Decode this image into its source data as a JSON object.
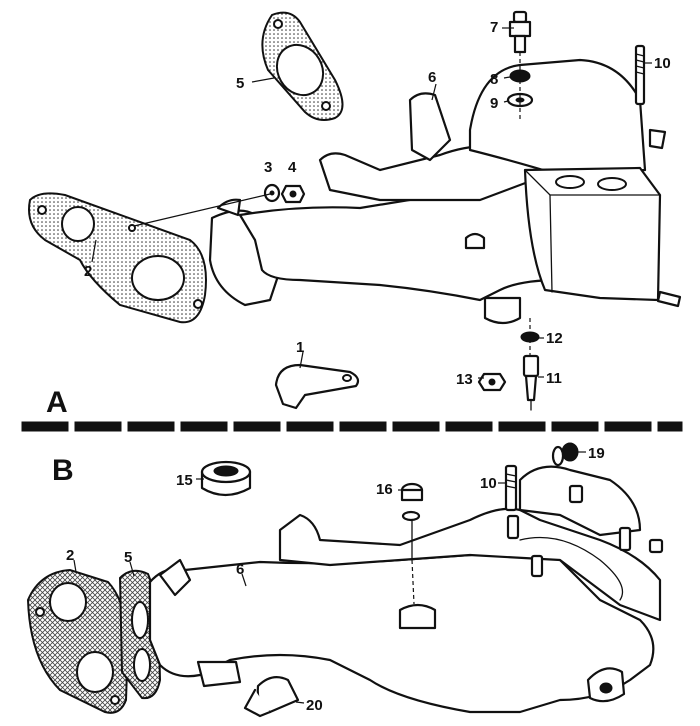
{
  "sections": {
    "a": "A",
    "b": "B"
  },
  "labels": {
    "p1": "1",
    "p2": "2",
    "p3": "3",
    "p4": "4",
    "p5": "5",
    "p6": "6",
    "p7": "7",
    "p8": "8",
    "p9": "9",
    "p10": "10",
    "p11": "11",
    "p12": "12",
    "p13": "13",
    "b2": "2",
    "b5": "5",
    "b6": "6",
    "b10": "10",
    "b15": "15",
    "b16": "16",
    "b19": "19",
    "b20": "20"
  }
}
